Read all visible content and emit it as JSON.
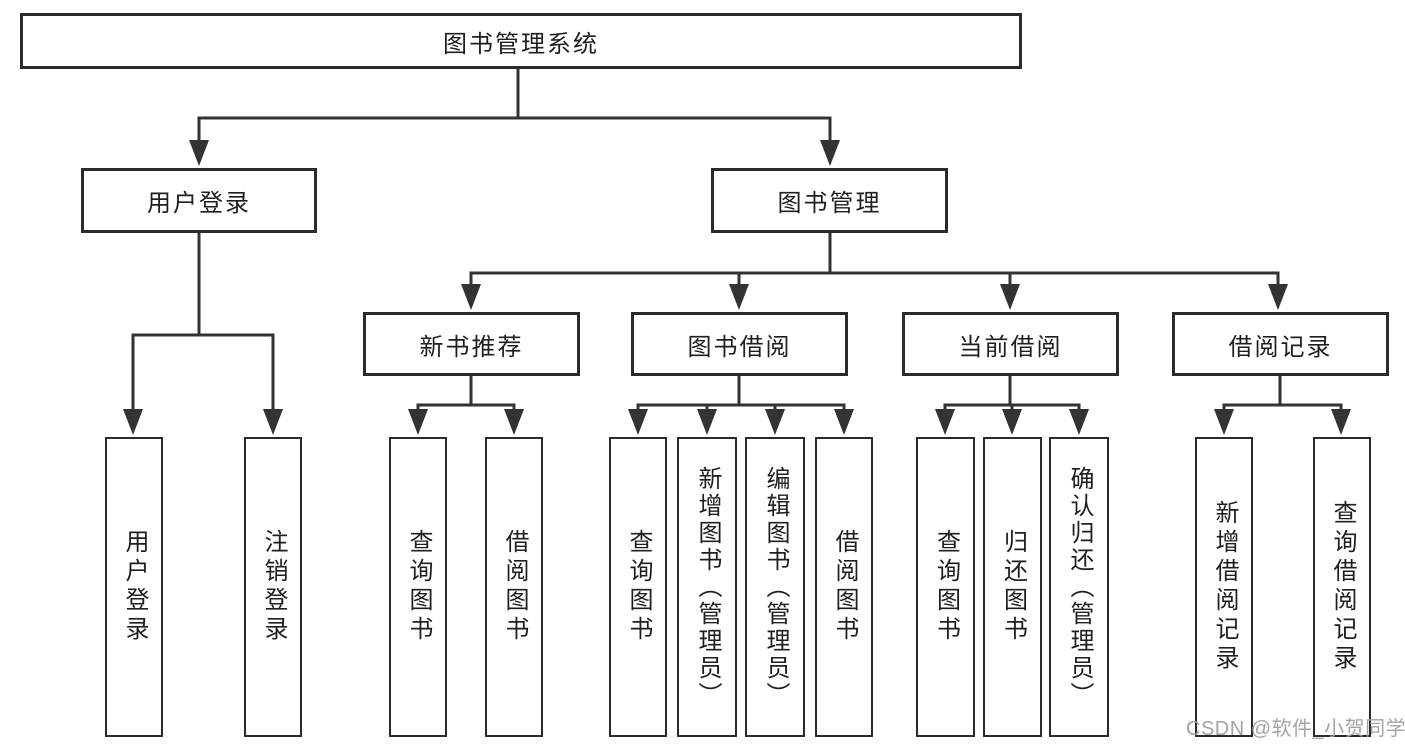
{
  "diagram": {
    "root": {
      "label": "图书管理系统"
    },
    "level1": {
      "user_login": {
        "label": "用户登录"
      },
      "book_management": {
        "label": "图书管理"
      }
    },
    "level2": {
      "new_book_recommend": {
        "label": "新书推荐"
      },
      "book_borrow": {
        "label": "图书借阅"
      },
      "current_borrow": {
        "label": "当前借阅"
      },
      "borrow_record": {
        "label": "借阅记录"
      }
    },
    "leaves": {
      "user_login": [
        "用户登录",
        "注销登录"
      ],
      "new_book_recommend": [
        "查询图书",
        "借阅图书"
      ],
      "book_borrow": [
        "查询图书",
        "新增图书（管理员）",
        "编辑图书（管理员）",
        "借阅图书"
      ],
      "current_borrow": [
        "查询图书",
        "归还图书",
        "确认归还（管理员）"
      ],
      "borrow_record": [
        "新增借阅记录",
        "查询借阅记录"
      ]
    },
    "watermark": "CSDN @软件_小贺同学",
    "colors": {
      "line": "#333333",
      "box_border": "#2b2b2b",
      "text": "#1f1f1f",
      "watermark": "#9d9ea6",
      "background": "#ffffff"
    }
  }
}
